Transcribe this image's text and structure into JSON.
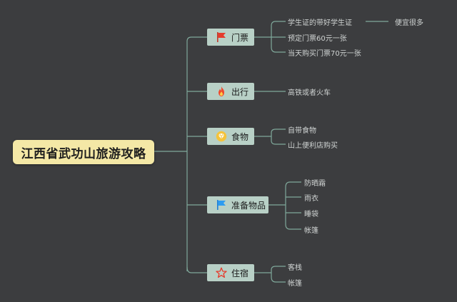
{
  "root": {
    "label": "江西省武功山旅游攻略"
  },
  "branches": [
    {
      "label": "门票",
      "icon": "red-flag-icon",
      "leaves": [
        "学生证的带好学生证",
        "预定门票60元一张",
        "当天购买门票70元一张"
      ],
      "sub": "便宜很多"
    },
    {
      "label": "出行",
      "icon": "flame-icon",
      "leaves": [
        "高铁或者火车"
      ]
    },
    {
      "label": "食物",
      "icon": "diamond-badge-icon",
      "leaves": [
        "自带食物",
        "山上便利店购买"
      ]
    },
    {
      "label": "准备物品",
      "icon": "blue-flag-icon",
      "leaves": [
        "防晒霜",
        "雨衣",
        "睡袋",
        "帐篷"
      ]
    },
    {
      "label": "住宿",
      "icon": "star-outline-icon",
      "leaves": [
        "客栈",
        "帐篷"
      ]
    }
  ],
  "colors": {
    "background": "#3c3d3f",
    "root_fill": "#f4e8a6",
    "branch_fill": "#b8d0c6",
    "line": "#7fa89a"
  }
}
